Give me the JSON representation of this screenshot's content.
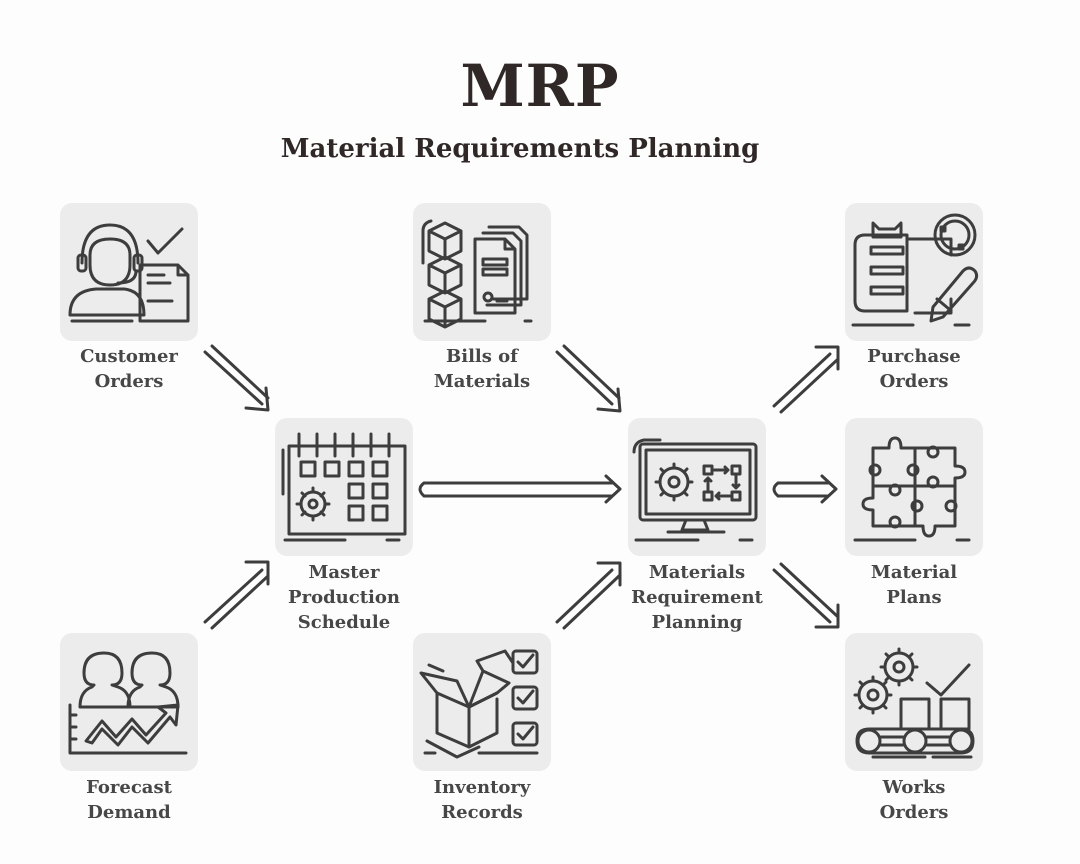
{
  "header": {
    "title": "MRP",
    "subtitle": "Material Requirements Planning"
  },
  "nodes": {
    "customer_orders": {
      "icon": "customer-service-order-icon",
      "line1": "Customer",
      "line2": "Orders"
    },
    "bills_of_materials": {
      "icon": "boxes-documents-icon",
      "line1": "Bills of",
      "line2": "Materials"
    },
    "purchase_orders": {
      "icon": "clipboard-pen-icon",
      "line1": "Purchase",
      "line2": "Orders"
    },
    "master_production_schedule": {
      "icon": "calendar-gear-icon",
      "line1": "Master",
      "line2": "Production",
      "line3": "Schedule"
    },
    "materials_requirement_planning": {
      "icon": "monitor-gear-flow-icon",
      "line1": "Materials",
      "line2": "Requirement",
      "line3": "Planning"
    },
    "material_plans": {
      "icon": "puzzle-icon",
      "line1": "Material",
      "line2": "Plans"
    },
    "forecast_demand": {
      "icon": "people-growth-chart-icon",
      "line1": "Forecast",
      "line2": "Demand"
    },
    "inventory_records": {
      "icon": "open-box-checklist-icon",
      "line1": "Inventory",
      "line2": "Records"
    },
    "works_orders": {
      "icon": "gears-conveyor-icon",
      "line1": "Works",
      "line2": "Orders"
    }
  },
  "edges": [
    {
      "from": "Customer Orders",
      "to": "Master Production Schedule"
    },
    {
      "from": "Forecast Demand",
      "to": "Master Production Schedule"
    },
    {
      "from": "Master Production Schedule",
      "to": "Materials Requirement Planning"
    },
    {
      "from": "Bills of Materials",
      "to": "Materials Requirement Planning"
    },
    {
      "from": "Inventory Records",
      "to": "Materials Requirement Planning"
    },
    {
      "from": "Materials Requirement Planning",
      "to": "Purchase Orders"
    },
    {
      "from": "Materials Requirement Planning",
      "to": "Material Plans"
    },
    {
      "from": "Materials Requirement Planning",
      "to": "Works Orders"
    }
  ]
}
